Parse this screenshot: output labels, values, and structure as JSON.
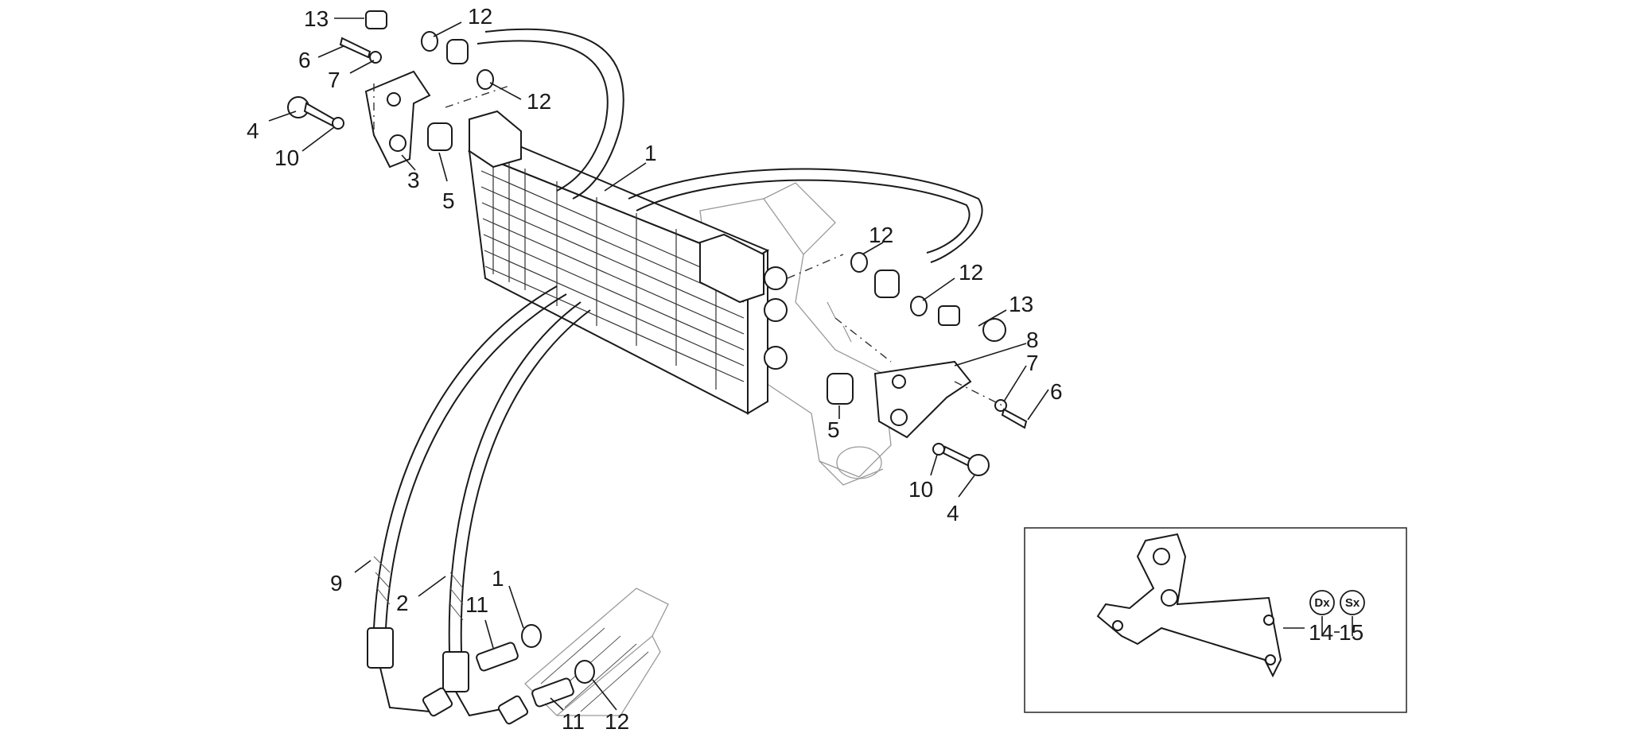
{
  "diagram": {
    "callouts": [
      {
        "id": "c-13-top",
        "text": "13"
      },
      {
        "id": "c-12-top",
        "text": "12"
      },
      {
        "id": "c-6-left",
        "text": "6"
      },
      {
        "id": "c-7-left",
        "text": "7"
      },
      {
        "id": "c-12-upper",
        "text": "12"
      },
      {
        "id": "c-4-left",
        "text": "4"
      },
      {
        "id": "c-10-left",
        "text": "10"
      },
      {
        "id": "c-3",
        "text": "3"
      },
      {
        "id": "c-5-left",
        "text": "5"
      },
      {
        "id": "c-1-top",
        "text": "1"
      },
      {
        "id": "c-12-right-a",
        "text": "12"
      },
      {
        "id": "c-12-right-b",
        "text": "12"
      },
      {
        "id": "c-13-right",
        "text": "13"
      },
      {
        "id": "c-8",
        "text": "8"
      },
      {
        "id": "c-7-right",
        "text": "7"
      },
      {
        "id": "c-6-right",
        "text": "6"
      },
      {
        "id": "c-5-right",
        "text": "5"
      },
      {
        "id": "c-10-right",
        "text": "10"
      },
      {
        "id": "c-4-right",
        "text": "4"
      },
      {
        "id": "c-9",
        "text": "9"
      },
      {
        "id": "c-2",
        "text": "2"
      },
      {
        "id": "c-1-bottom",
        "text": "1"
      },
      {
        "id": "c-11-upper",
        "text": "11"
      },
      {
        "id": "c-11-lower",
        "text": "11"
      },
      {
        "id": "c-12-bottom",
        "text": "12"
      }
    ],
    "inset": {
      "badges": {
        "right": "Dx",
        "left": "Sx"
      },
      "label_14": "14",
      "label_15": "15"
    },
    "colors": {
      "line": "#1a1a1a",
      "ghost": "#9a9a9a",
      "background": "#ffffff"
    }
  }
}
